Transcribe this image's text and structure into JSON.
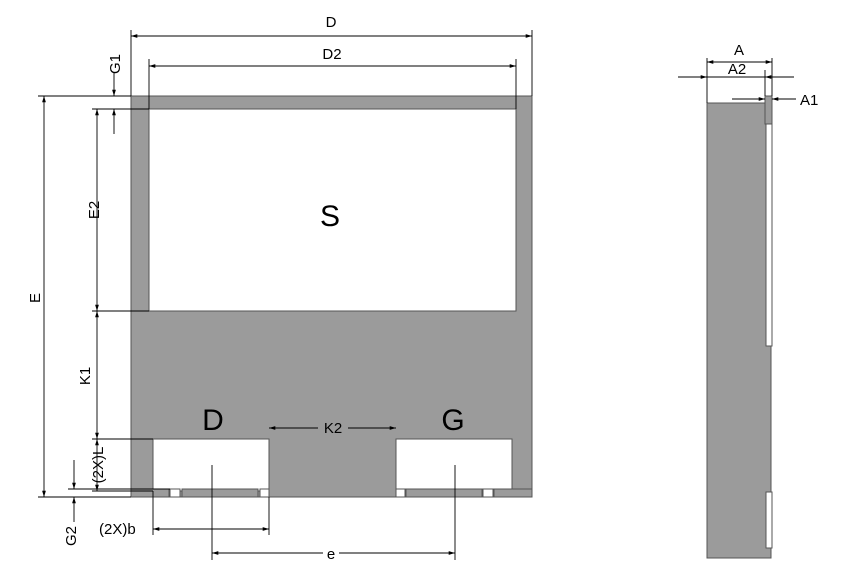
{
  "colors": {
    "body": "#9b9b9b",
    "outline": "#555555",
    "pad": "#ffffff",
    "line": "#000000"
  },
  "top_view": {
    "pin_labels": {
      "source": "S",
      "drain": "D",
      "gate": "G"
    },
    "dimensions": {
      "D": "D",
      "D2": "D2",
      "G1": "G1",
      "E": "E",
      "E2": "E2",
      "K1": "K1",
      "K2": "K2",
      "L": "(2X)L",
      "G2": "G2",
      "b": "(2X)b",
      "e": "e"
    }
  },
  "side_view": {
    "dimensions": {
      "A": "A",
      "A2": "A2",
      "A1": "A1"
    }
  }
}
